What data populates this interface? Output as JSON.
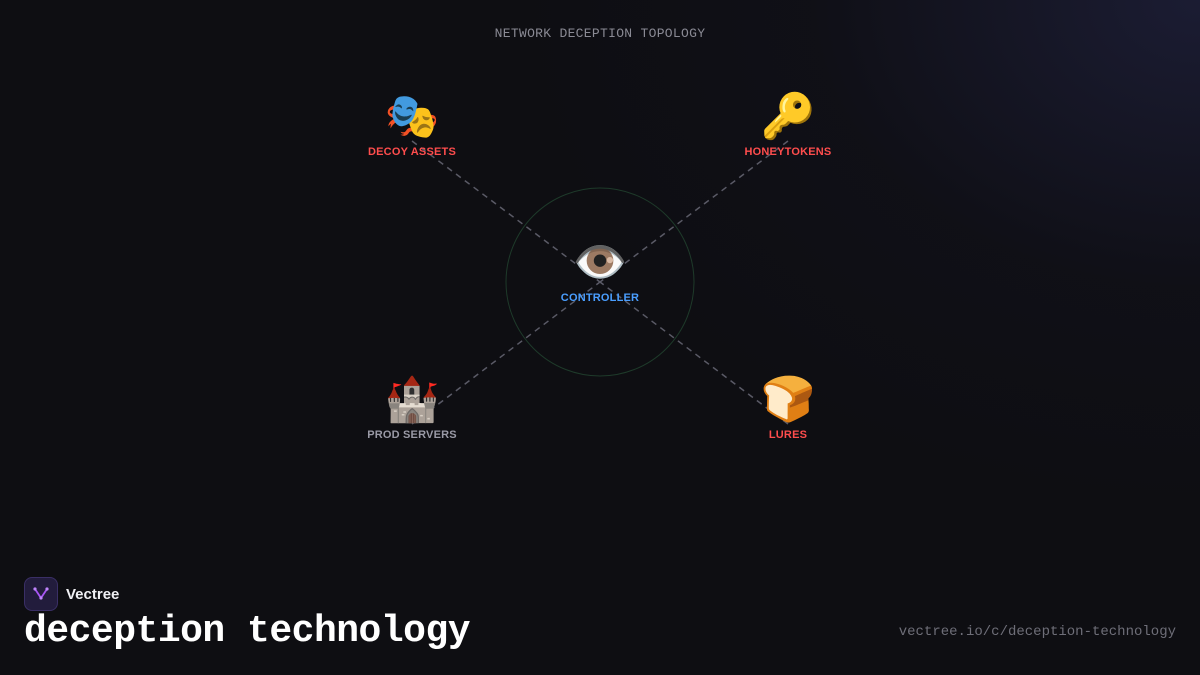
{
  "diagram": {
    "title": "NETWORK DECEPTION TOPOLOGY",
    "center": {
      "icon": "eye-icon",
      "emoji": "👁️",
      "label": "CONTROLLER",
      "color": "#4a9eff"
    },
    "nodes": [
      {
        "id": "decoy-assets",
        "icon": "theater-masks-icon",
        "emoji": "🎭",
        "label": "DECOY ASSETS",
        "color": "#ff4d4d"
      },
      {
        "id": "honeytokens",
        "icon": "key-icon",
        "emoji": "🔑",
        "label": "HONEYTOKENS",
        "color": "#ff4d4d"
      },
      {
        "id": "prod-servers",
        "icon": "castle-icon",
        "emoji": "🏰",
        "label": "PROD SERVERS",
        "color": "#9a9aa6"
      },
      {
        "id": "lures",
        "icon": "bread-icon",
        "emoji": "🍞",
        "label": "LURES",
        "color": "#ff4d4d"
      }
    ],
    "link_style": "dashed",
    "link_color": "#5a5a66",
    "ring_color": "#1e3a2a"
  },
  "brand": {
    "name": "Vectree",
    "logo_icon": "vectree-logo-icon",
    "accent": "#a855f7"
  },
  "page": {
    "heading": "deception technology",
    "url": "vectree.io/c/deception-technology"
  }
}
